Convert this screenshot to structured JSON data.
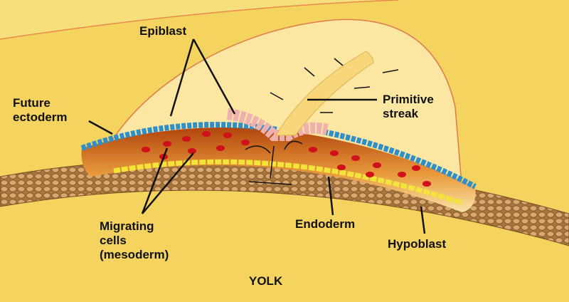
{
  "labels": {
    "epiblast": "Epiblast",
    "future_ectoderm": "Future\nectoderm",
    "primitive_streak": "Primitive\nstreak",
    "migrating_cells": "Migrating\ncells\n(mesoderm)",
    "endoderm": "Endoderm",
    "hypoblast": "Hypoblast",
    "yolk": "YOLK"
  },
  "colors": {
    "yolk": "#f4d35e",
    "dome": "#fbe6a2",
    "ectoderm": "#2f8fc8",
    "epiblast_pink": "#efb0b0",
    "mesoderm_cells": "#d0101a",
    "endoderm": "#f2e43a",
    "hypoblast": "#b9874e"
  }
}
